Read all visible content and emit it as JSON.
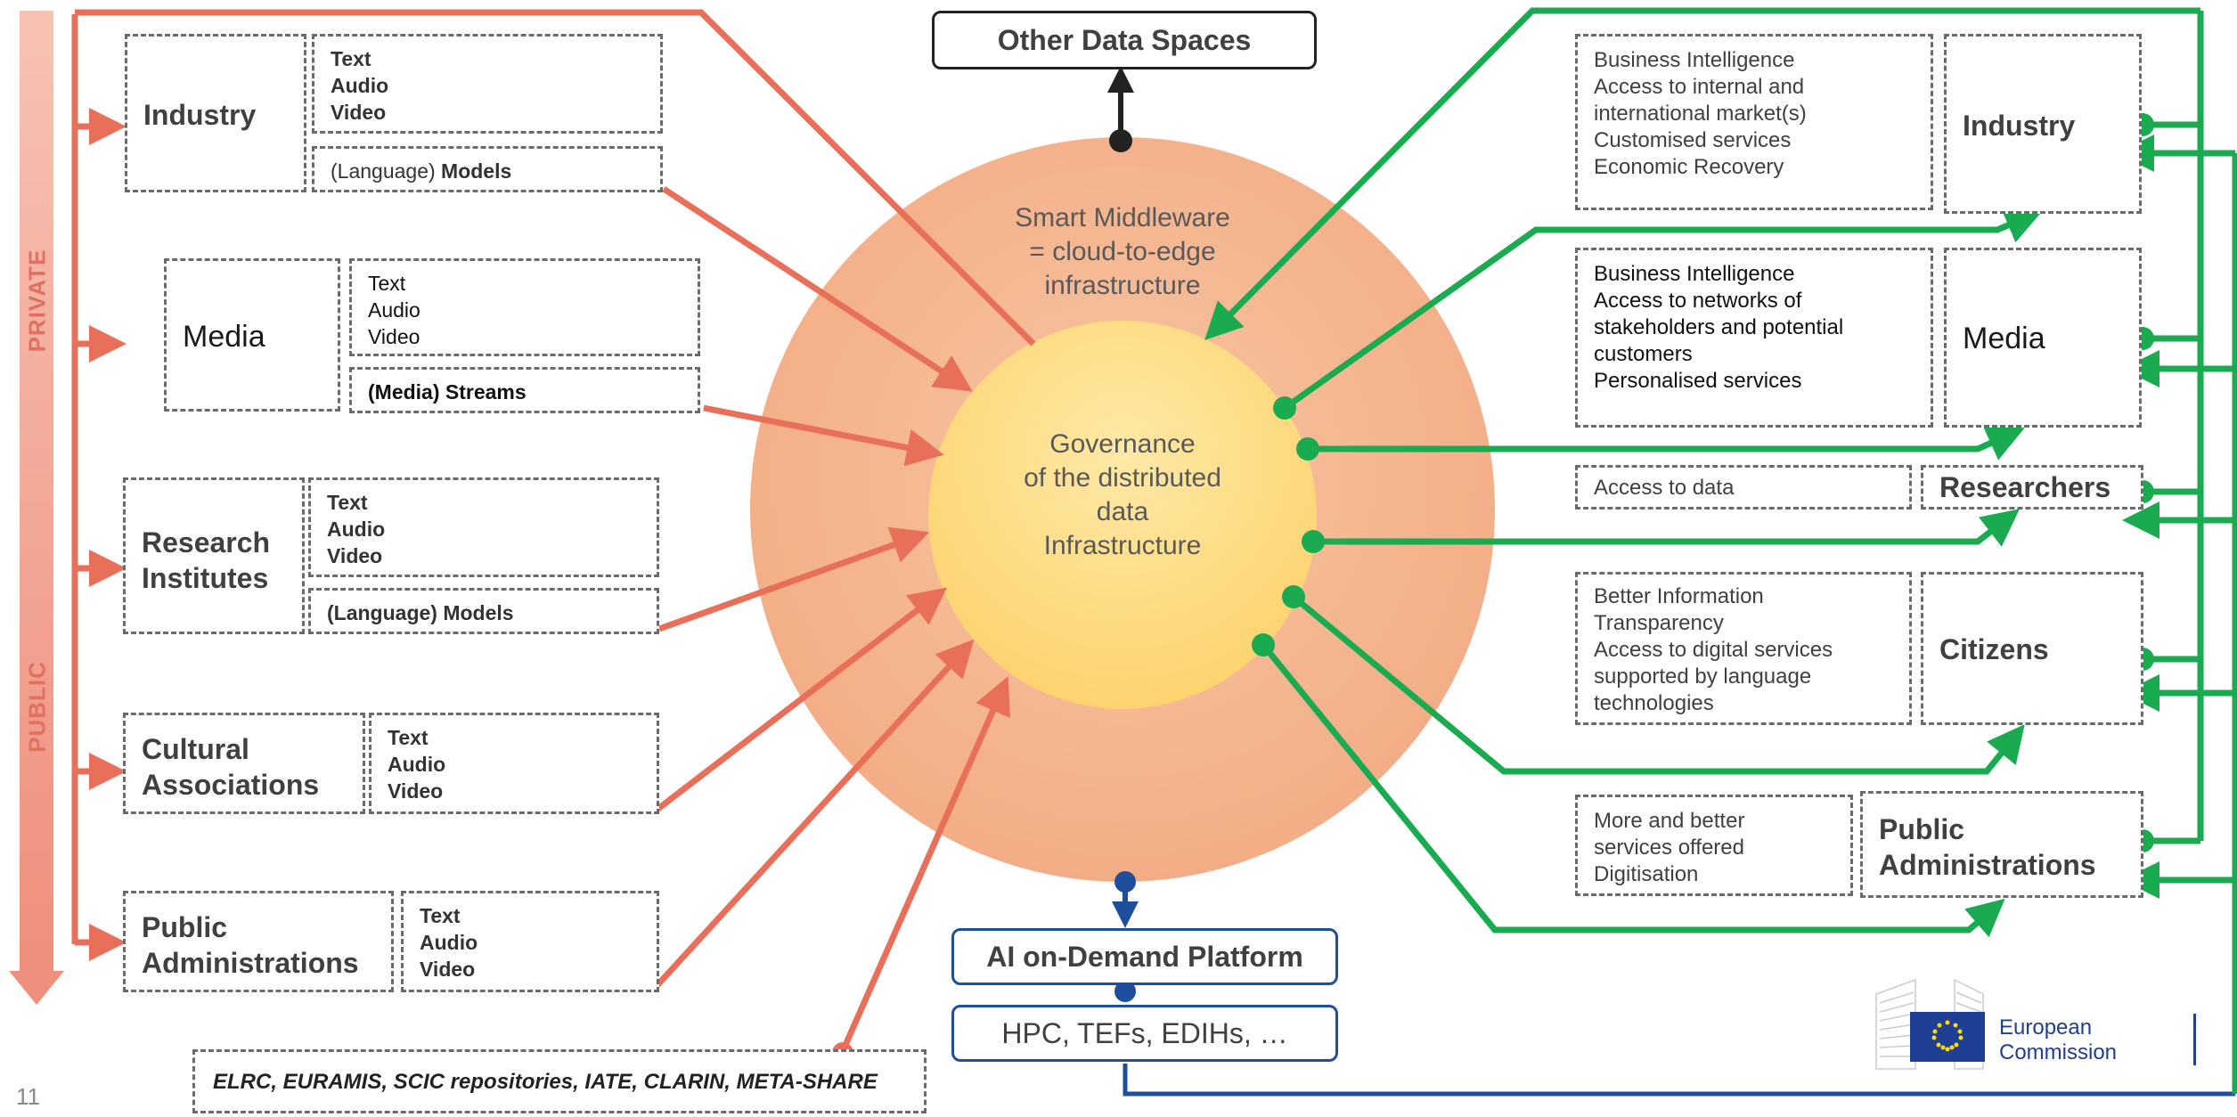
{
  "page_number": "11",
  "side_labels": {
    "top": "PRIVATE",
    "bottom": "PUBLIC"
  },
  "center": {
    "outer_text": "Smart Middleware\n= cloud-to-edge\ninfrastructure",
    "inner_text": "Governance\nof the distributed\ndata\nInfrastructure"
  },
  "top_box": "Other Data Spaces",
  "ai_platform": "AI on-Demand Platform",
  "hpc": "HPC, TEFs, EDIHs, …",
  "repositories": "ELRC, EURAMIS, SCIC repositories, IATE, CLARIN, META-SHARE",
  "providers": [
    {
      "name": "Industry",
      "content": "Text\nAudio\nVideo",
      "extra_prefix": "(Language)",
      "extra_bold": "Models"
    },
    {
      "name": "Media",
      "content": "Text\nAudio\nVideo",
      "extra_prefix": "",
      "extra_bold": "(Media) Streams"
    },
    {
      "name": "Research\nInstitutes",
      "content": "Text\nAudio\nVideo",
      "extra_prefix": "",
      "extra_bold": "(Language) Models"
    },
    {
      "name": "Cultural\nAssociations",
      "content": "Text\nAudio\nVideo"
    },
    {
      "name": "Public\nAdministrations",
      "content": "Text\nAudio\nVideo"
    }
  ],
  "consumers": [
    {
      "name": "Industry",
      "benefits": "Business Intelligence\nAccess to internal and\ninternational market(s)\nCustomised services\nEconomic Recovery"
    },
    {
      "name": "Media",
      "benefits": "Business Intelligence\nAccess to networks of\nstakeholders and potential\ncustomers\nPersonalised services"
    },
    {
      "name": "Researchers",
      "benefits": "Access to data"
    },
    {
      "name": "Citizens",
      "benefits": "Better Information\nTransparency\nAccess to digital services\nsupported by language\ntechnologies"
    },
    {
      "name": "Public\nAdministrations",
      "benefits": "More and better\nservices offered\nDigitisation"
    }
  ],
  "logo": {
    "line1": "European",
    "line2": "Commission"
  },
  "colors": {
    "provider_arrow": "#e8705a",
    "consumer_arrow": "#1aaa50",
    "platform_blue": "#1f4e9c",
    "outer_circle": "#f4b58f",
    "inner_circle": "#fdd57a"
  }
}
